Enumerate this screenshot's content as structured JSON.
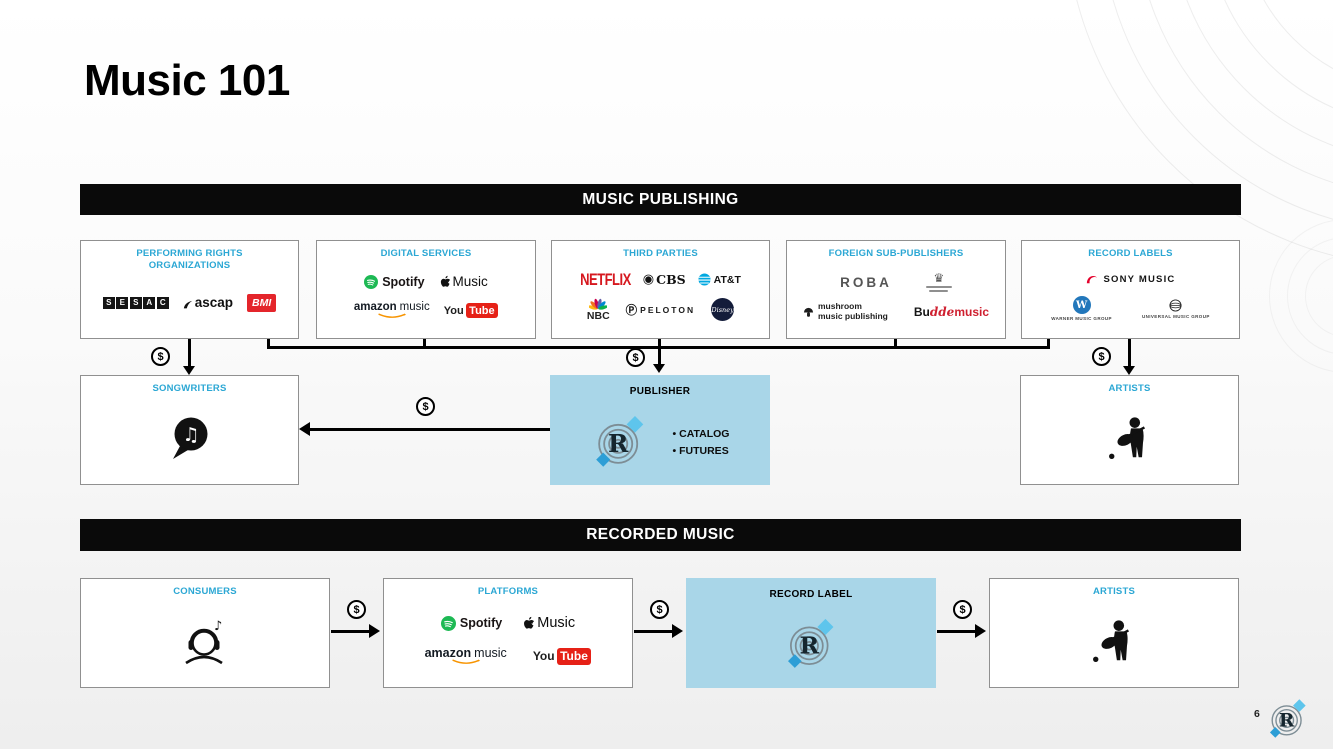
{
  "slide": {
    "title": "Music 101",
    "page_number": "6"
  },
  "colors": {
    "accent_blue": "#2ba7d4",
    "highlight_blue": "#a9d6e8",
    "banner_black": "#0a0a0a",
    "money_red": "#e4252b"
  },
  "sections": {
    "publishing_banner": "MUSIC PUBLISHING",
    "recorded_banner": "RECORDED MUSIC"
  },
  "money_symbol": "$",
  "icons": {
    "note_double": "♫",
    "note_single": "♪",
    "reservoir_r": "R",
    "cbs_eye": "◉",
    "peloton_mark": "Ⓟ",
    "crest_mark": "♛"
  },
  "boxes": {
    "pro": {
      "label": "PERFORMING RIGHTS ORGANIZATIONS"
    },
    "digital": {
      "label": "DIGITAL SERVICES"
    },
    "third": {
      "label": "THIRD PARTIES"
    },
    "foreign": {
      "label": "FOREIGN SUB-PUBLISHERS"
    },
    "record_labels": {
      "label": "RECORD LABELS"
    },
    "songwriters": {
      "label": "SONGWRITERS"
    },
    "publisher": {
      "label": "PUBLISHER",
      "bullets": [
        "• CATALOG",
        "• FUTURES"
      ]
    },
    "artists_publishing": {
      "label": "ARTISTS"
    },
    "consumers": {
      "label": "CONSUMERS"
    },
    "platforms": {
      "label": "PLATFORMS"
    },
    "record_label": {
      "label": "RECORD LABEL"
    },
    "artists_recorded": {
      "label": "ARTISTS"
    }
  },
  "logos": {
    "sesac": [
      "S",
      "E",
      "S",
      "A",
      "C"
    ],
    "ascap": "ascap",
    "bmi": "BMI",
    "spotify": "Spotify",
    "apple_music": "Music",
    "amazon_word1": "amazon",
    "amazon_word2": "music",
    "youtube_word1": "You",
    "youtube_word2": "Tube",
    "netflix": "NETFLIX",
    "cbs": "CBS",
    "att": "AT&T",
    "nbc": "NBC",
    "peloton": "PELOTON",
    "disney": "Disney",
    "roba": "ROBA",
    "mushroom_line1": "mushroom",
    "mushroom_line2": "music publishing",
    "budde_part1": "Bu",
    "budde_part2": "dde",
    "budde_part3": "music",
    "sony": "SONY MUSIC",
    "warner_initial": "W",
    "warner_text": "WARNER MUSIC GROUP",
    "universal_text": "UNIVERSAL MUSIC GROUP"
  }
}
